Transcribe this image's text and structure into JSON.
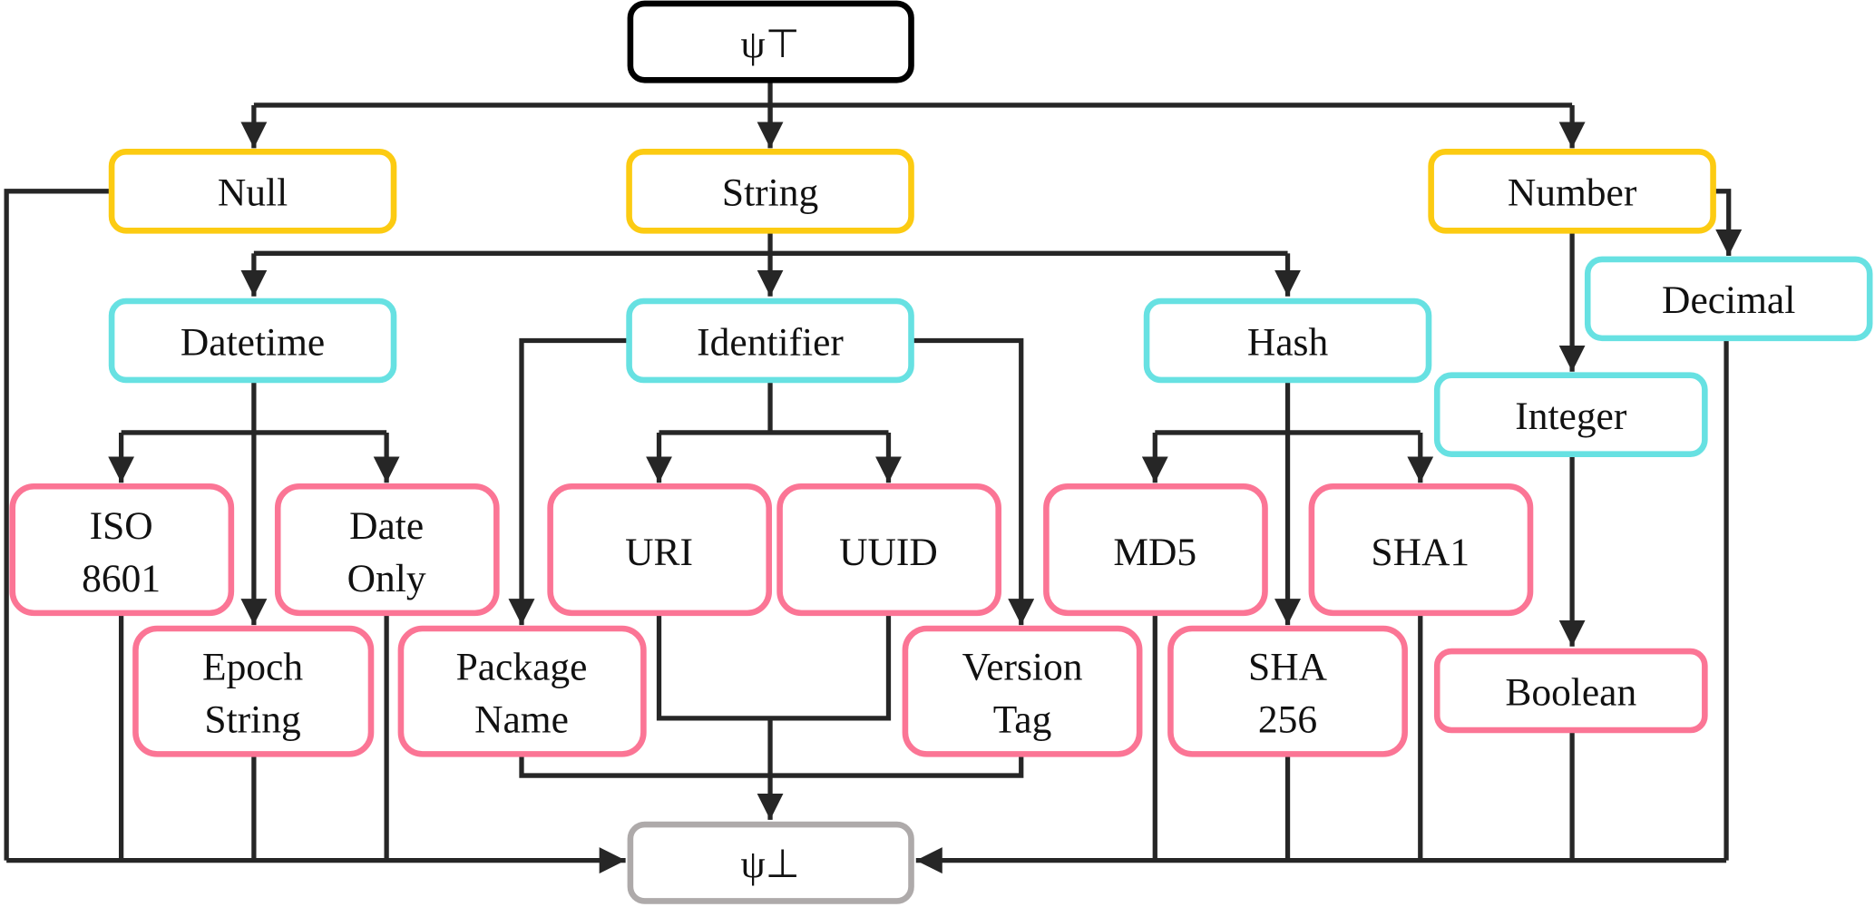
{
  "title": "Type lattice diagram",
  "colors": {
    "top": "#000000",
    "bottom": "#aeaaaa",
    "level1": "#fccb12",
    "level2": "#67e1e2",
    "level3": "#fb7595",
    "edge": "#262626"
  },
  "nodes": {
    "top": "ψ⊤",
    "bottom": "ψ⊥",
    "null": "Null",
    "string": "String",
    "number": "Number",
    "datetime": "Datetime",
    "identifier": "Identifier",
    "hash": "Hash",
    "decimal": "Decimal",
    "integer": "Integer",
    "boolean": "Boolean",
    "iso8601": [
      "ISO",
      "8601"
    ],
    "date_only": [
      "Date",
      "Only"
    ],
    "epoch_string": [
      "Epoch",
      "String"
    ],
    "uri": "URI",
    "uuid": "UUID",
    "package_name": [
      "Package",
      "Name"
    ],
    "version_tag": [
      "Version",
      "Tag"
    ],
    "md5": "MD5",
    "sha1": "SHA1",
    "sha256": [
      "SHA",
      "256"
    ]
  }
}
